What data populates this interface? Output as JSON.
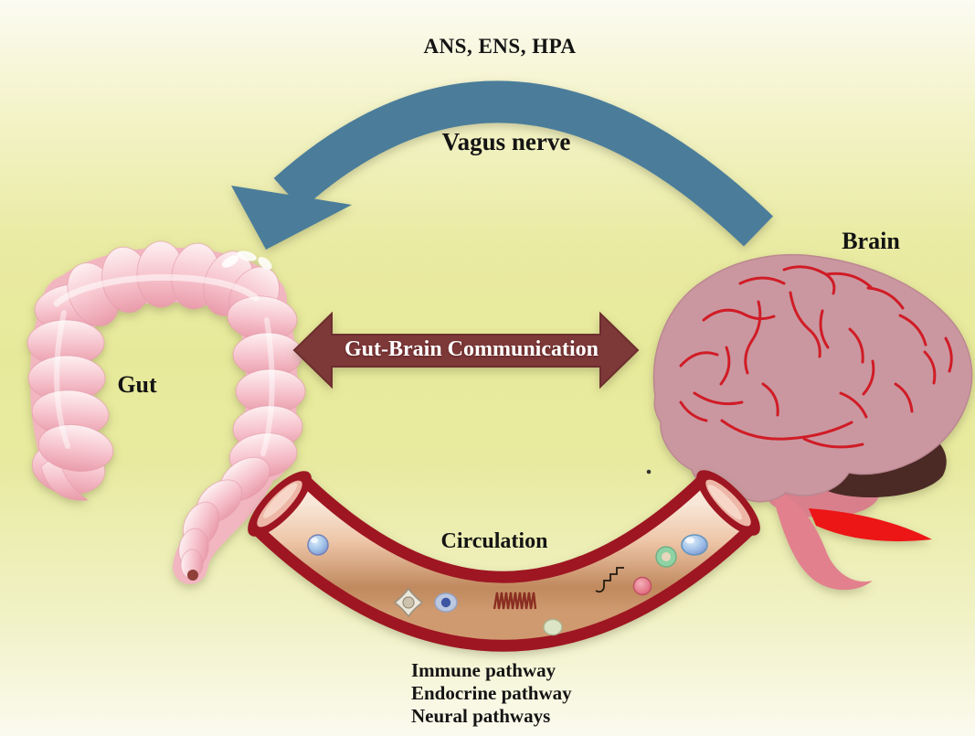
{
  "figure": {
    "top_label": "ANS, ENS, HPA",
    "vagus_label": "Vagus nerve",
    "brain_label": "Brain",
    "gut_label": "Gut",
    "center_arrow_label": "Gut-Brain Communication",
    "circulation_label": "Circulation",
    "pathway_lines": [
      "Immune pathway",
      "Endocrine pathway",
      "Neural pathways"
    ]
  },
  "colors": {
    "background_top": "#fcfbf2",
    "background_middle": "#e7e99a",
    "background_bottom": "#fbfaef",
    "vagus_arc_blue": "#4b7d9a",
    "center_arrow_maroon": "#7d3838",
    "center_arrow_text": "#ffffff",
    "vessel_wall_red": "#9e1320",
    "vessel_lumen_light": "#f8e7d8",
    "vessel_lumen_dark": "#c0895e",
    "gut_pink": "#f6c3cb",
    "brain_pink": "#ca97a0",
    "brain_vessel_red": "#d01f28",
    "cerebellum_brown": "#4c2b28",
    "brainstem_pink": "#e2808d",
    "brainstem_sliver_red": "#ec1414",
    "label_text": "#141414"
  },
  "illustrations": {
    "vagus": "vagus-nerve-arc-arrow",
    "gut": "large-intestine-illustration",
    "brain": "brain-illustration",
    "center_arrow": "double-headed-arrow",
    "vessel": "blood-vessel-illustration",
    "vessel_cells": [
      "blue-cell",
      "stellate-cell",
      "nucleated-immune-cell",
      "helical-protein-coil",
      "pale-green-cell",
      "molecule-zigzag",
      "pink-cell",
      "ring-cell",
      "large-blue-cell"
    ]
  }
}
